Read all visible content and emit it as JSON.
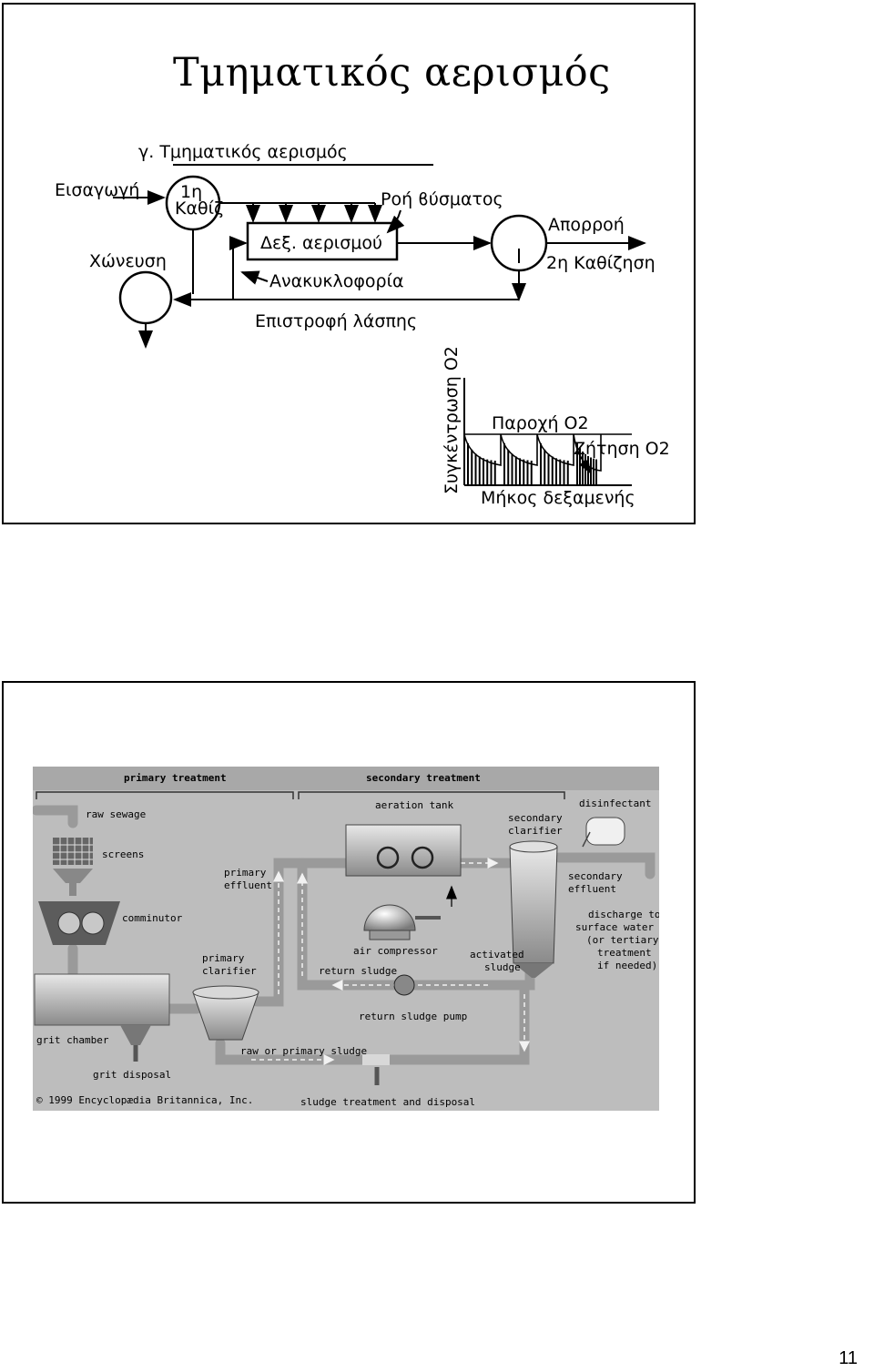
{
  "slide1": {
    "title": "Τμηματικός αερισμός",
    "diagram": {
      "heading": "γ. Τμηματικός αερισμός",
      "inlet": "Εισαγωγή",
      "primary_settling": [
        "1η",
        "Καθίζ"
      ],
      "aeration_tank": "Δεξ. αερισμού",
      "flow_label": "Ροή ϐύσματος",
      "recirculation": "Ανακυκλοφορία",
      "outflow": "Απορροή",
      "secondary_settling": "2η Καθίζηση",
      "digestion": "Χώνευση",
      "sludge_return": "Επιστροφή λάσπης"
    },
    "graph": {
      "ylabel": "Συγκέντρωση O2",
      "supply_label": "Παροχή O2",
      "demand_label": "Ζήτηση O2",
      "xlabel": "Μήκος δεξαμενής"
    }
  },
  "slide2": {
    "header_primary": "primary treatment",
    "header_secondary": "secondary treatment",
    "labels": {
      "raw_sewage": "raw sewage",
      "screens": "screens",
      "comminutor": "comminutor",
      "grit_chamber": "grit chamber",
      "grit_disposal": "grit disposal",
      "primary_effluent": [
        "primary",
        "effluent"
      ],
      "primary_clarifier": [
        "primary",
        "clarifier"
      ],
      "aeration_tank": "aeration tank",
      "air_compressor": "air compressor",
      "return_sludge": "return sludge",
      "return_sludge_pump": "return sludge pump",
      "raw_primary_sludge": "raw or primary sludge",
      "activated_sludge": [
        "activated",
        "sludge"
      ],
      "secondary_clarifier": [
        "secondary",
        "clarifier"
      ],
      "disinfectant": "disinfectant",
      "secondary_effluent": [
        "secondary",
        "effluent"
      ],
      "discharge": [
        "discharge to",
        "surface water",
        "(or tertiary",
        "treatment",
        "if needed)"
      ],
      "sludge_treatment": "sludge treatment and disposal",
      "copyright": "© 1999 Encyclopædia Britannica, Inc."
    }
  },
  "page_number": "11"
}
